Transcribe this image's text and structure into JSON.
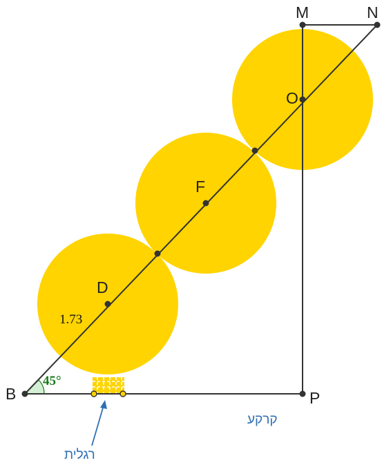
{
  "points": {
    "B": "B",
    "D": "D",
    "F": "F",
    "O": "O",
    "M": "M",
    "N": "N",
    "P": "P"
  },
  "measurements": {
    "length": "1.73",
    "angle": "45°"
  },
  "annotations": {
    "ground": "קרקע",
    "leg": "רגלית"
  },
  "colors": {
    "circle_fill": "#FFD400",
    "line": "#333333",
    "angle_fill": "#D4F0D4",
    "angle_text": "#1A7A1A",
    "annotation": "#2F6FB3"
  },
  "icons": {
    "arrow": "arrow-up-icon"
  }
}
